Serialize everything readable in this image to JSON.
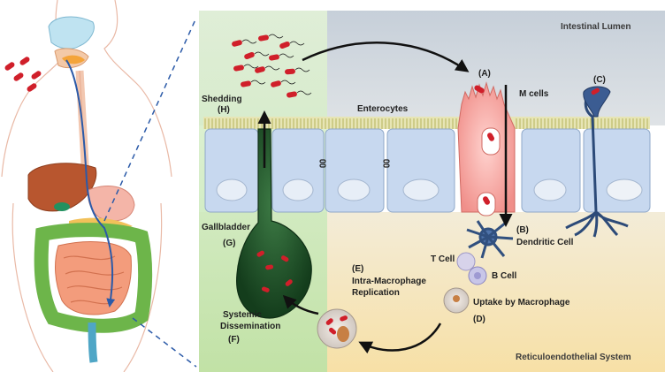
{
  "regions": {
    "lumen": "Intestinal Lumen",
    "res": "Reticuloendothelial System"
  },
  "labels": {
    "shedding": "Shedding",
    "shedding_tag": "(H)",
    "enterocytes": "Enterocytes",
    "m_cells_tag": "(A)",
    "m_cells": "M cells",
    "c_tag": "(C)",
    "gallbladder": "Gallbladder",
    "gallbladder_tag": "(G)",
    "dendritic_tag": "(B)",
    "dendritic": "Dendritic Cell",
    "t_cell": "T Cell",
    "b_cell": "B Cell",
    "macrophage_tag": "(E)",
    "macrophage_line1": "Intra-Macrophage",
    "macrophage_line2": "Replication",
    "uptake": "Uptake by Macrophage",
    "uptake_tag": "(D)",
    "systemic_line1": "Systemic",
    "systemic_line2": "Dissemination",
    "systemic_tag": "(F)"
  },
  "colors": {
    "lumen_bg": "#c9d2dc",
    "lumen_left": "#d8ecc8",
    "res_bg": "#f6e3b4",
    "res_left": "#cdebc3",
    "enterocyte": "#c8d7ee",
    "m_cell": "#f3a9a3",
    "bacteria": "#d01f2a",
    "gallbladder": "#1f5a2c"
  }
}
